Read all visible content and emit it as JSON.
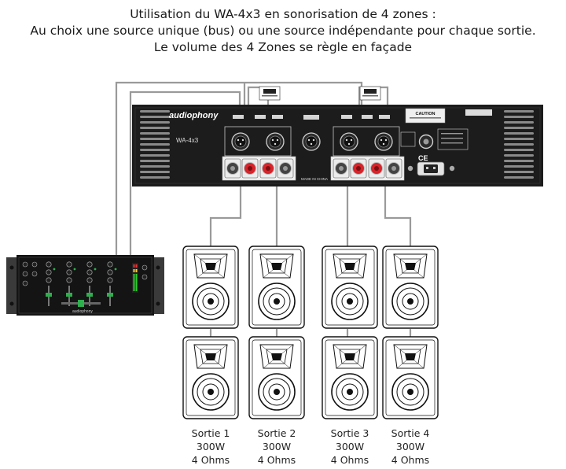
{
  "header": {
    "line1": "Utilisation du WA-4x3 en sonorisation de 4 zones :",
    "line2": "Au choix une source unique (bus) ou une source indépendante pour chaque sortie.",
    "line3": "Le volume des 4 Zones se règle en façade"
  },
  "amplifier": {
    "brand": "audiophony",
    "model": "WA-4x3",
    "made_in": "MADE IN CHINA",
    "caution": "CAUTION"
  },
  "outputs": [
    {
      "name": "Sortie 1",
      "power": "300W",
      "impedance": "4 Ohms"
    },
    {
      "name": "Sortie 2",
      "power": "300W",
      "impedance": "4 Ohms"
    },
    {
      "name": "Sortie 3",
      "power": "300W",
      "impedance": "4 Ohms"
    },
    {
      "name": "Sortie 4",
      "power": "300W",
      "impedance": "4 Ohms"
    }
  ],
  "mixer": {
    "brand": "audiophony"
  },
  "colors": {
    "cable": "#9a9a9a",
    "amp_panel": "#1c1c1c",
    "connector_red": "#d8232a"
  }
}
